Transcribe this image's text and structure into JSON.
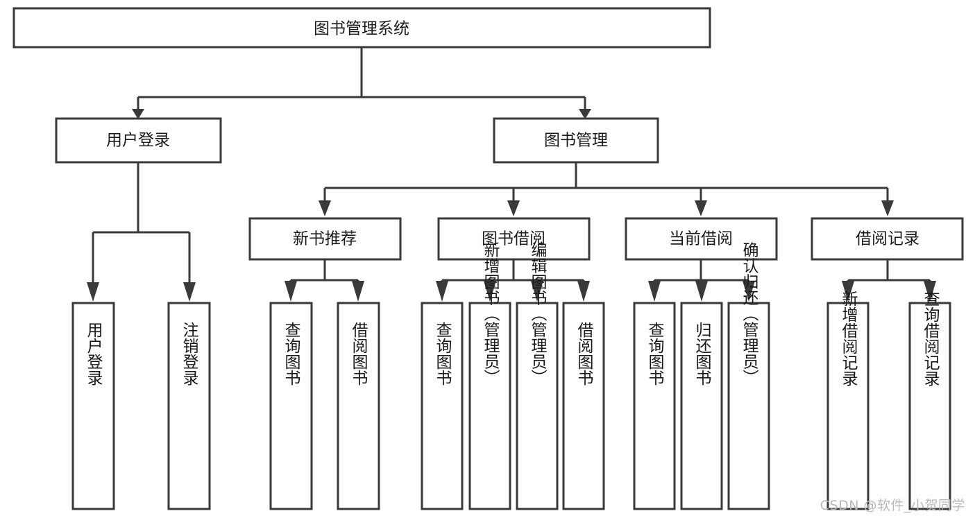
{
  "diagram": {
    "type": "tree-hierarchy",
    "title": "图书管理系统",
    "watermark": "CSDN @软件_小贺同学",
    "colors": {
      "stroke": "#3a3a3a",
      "fill": "#ffffff",
      "text": "#1a1a1a",
      "watermark": "#b9b9b9",
      "background": "#ffffff"
    },
    "levels": [
      {
        "level": 1,
        "nodes": [
          {
            "id": "root",
            "label": "图书管理系统",
            "orientation": "horizontal"
          }
        ]
      },
      {
        "level": 2,
        "nodes": [
          {
            "id": "user-login",
            "label": "用户登录",
            "orientation": "horizontal",
            "parent": "root"
          },
          {
            "id": "book-manage",
            "label": "图书管理",
            "orientation": "horizontal",
            "parent": "root"
          }
        ]
      },
      {
        "level": 3,
        "nodes": [
          {
            "id": "new-book-rec",
            "label": "新书推荐",
            "orientation": "horizontal",
            "parent": "book-manage"
          },
          {
            "id": "book-borrow",
            "label": "图书借阅",
            "orientation": "horizontal",
            "parent": "book-manage"
          },
          {
            "id": "current-borrow",
            "label": "当前借阅",
            "orientation": "horizontal",
            "parent": "book-manage"
          },
          {
            "id": "borrow-record",
            "label": "借阅记录",
            "orientation": "horizontal",
            "parent": "book-manage"
          }
        ]
      },
      {
        "level": 4,
        "nodes": [
          {
            "id": "leaf-user-login",
            "label": "用户登录",
            "orientation": "vertical",
            "parent": "user-login"
          },
          {
            "id": "leaf-logout",
            "label": "注销登录",
            "orientation": "vertical",
            "parent": "user-login"
          },
          {
            "id": "leaf-query-book-1",
            "label": "查询图书",
            "orientation": "vertical",
            "parent": "new-book-rec"
          },
          {
            "id": "leaf-borrow-book-1",
            "label": "借阅图书",
            "orientation": "vertical",
            "parent": "new-book-rec"
          },
          {
            "id": "leaf-query-book-2",
            "label": "查询图书",
            "orientation": "vertical",
            "parent": "book-borrow"
          },
          {
            "id": "leaf-add-book",
            "label": "新增图书（管理员）",
            "orientation": "vertical",
            "parent": "book-borrow"
          },
          {
            "id": "leaf-edit-book",
            "label": "编辑图书（管理员）",
            "orientation": "vertical",
            "parent": "book-borrow"
          },
          {
            "id": "leaf-borrow-book-2",
            "label": "借阅图书",
            "orientation": "vertical",
            "parent": "book-borrow"
          },
          {
            "id": "leaf-query-book-3",
            "label": "查询图书",
            "orientation": "vertical",
            "parent": "current-borrow"
          },
          {
            "id": "leaf-return-book",
            "label": "归还图书",
            "orientation": "vertical",
            "parent": "current-borrow"
          },
          {
            "id": "leaf-confirm-return",
            "label": "确认归还（管理员）",
            "orientation": "vertical",
            "parent": "current-borrow"
          },
          {
            "id": "leaf-add-record",
            "label": "新增借阅记录",
            "orientation": "vertical",
            "parent": "borrow-record"
          },
          {
            "id": "leaf-query-record",
            "label": "查询借阅记录",
            "orientation": "vertical",
            "parent": "borrow-record"
          }
        ]
      }
    ],
    "labels": {
      "root": "图书管理系统",
      "user_login": "用户登录",
      "book_manage": "图书管理",
      "new_book_rec": "新书推荐",
      "book_borrow": "图书借阅",
      "current_borrow": "当前借阅",
      "borrow_record": "借阅记录",
      "leaf_user_login": "用户登录",
      "leaf_logout": "注销登录",
      "leaf_query_book_1": "查询图书",
      "leaf_borrow_book_1": "借阅图书",
      "leaf_query_book_2": "查询图书",
      "leaf_add_book": "新增图书（管理员）",
      "leaf_edit_book": "编辑图书（管理员）",
      "leaf_borrow_book_2": "借阅图书",
      "leaf_query_book_3": "查询图书",
      "leaf_return_book": "归还图书",
      "leaf_confirm_return": "确认归还（管理员）",
      "leaf_add_record": "新增借阅记录",
      "leaf_query_record": "查询借阅记录"
    }
  }
}
